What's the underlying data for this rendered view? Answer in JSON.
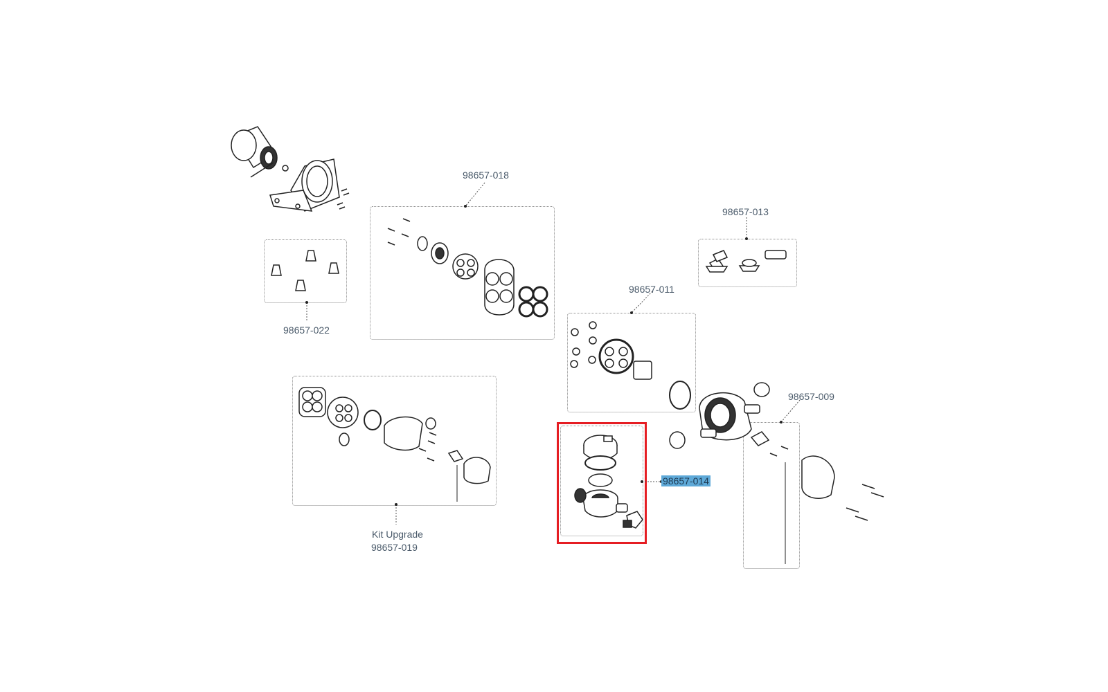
{
  "labels": {
    "kit_018": "98657-018",
    "kit_022": "98657-022",
    "kit_013": "98657-013",
    "kit_011": "98657-011",
    "kit_009": "98657-009",
    "kit_014": "98657-014",
    "kit_019_line1": "Kit Upgrade",
    "kit_019_line2": "98657-019"
  },
  "selected_part": "98657-014",
  "colors": {
    "highlight": "#e51d23",
    "selection": "#5ea9d8",
    "line": "#222222",
    "label": "#4a5a6a"
  }
}
